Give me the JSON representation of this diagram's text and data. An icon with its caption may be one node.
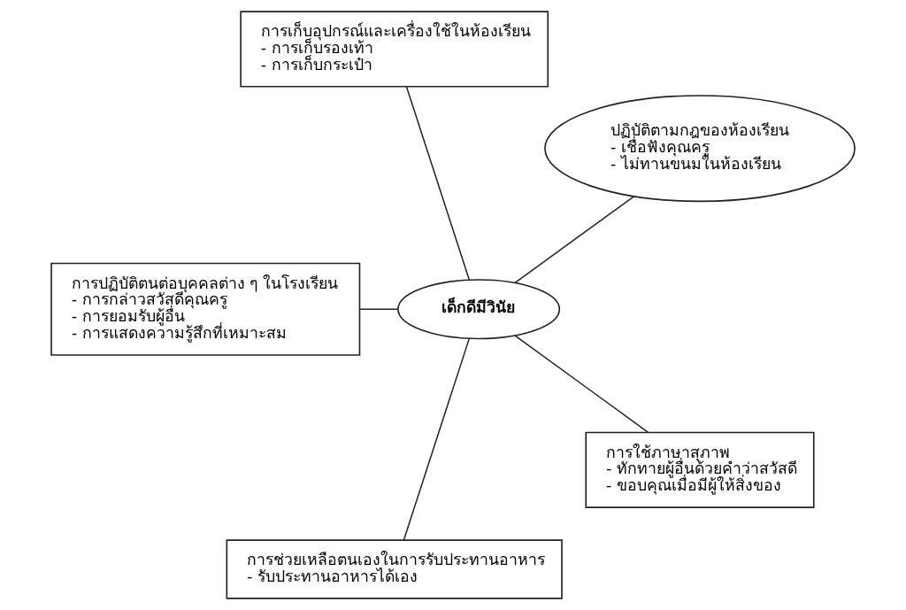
{
  "diagram": {
    "nodes": [
      {
        "text": [
          "ปฏิบัติตามกฎของห้องเรียน",
          "- เชื่อฟังคุณครู",
          "- ไม่ทานขนมในห้องเรียน"
        ]
      },
      {
        "text": [
          "การเก็บอุปกรณ์และเครื่องใช้ในห้องเรียน",
          "- การเก็บรองเท้า",
          "- การเก็บกระเป๋า"
        ]
      },
      {
        "text": [
          "เด็กดีมีวินัย"
        ]
      },
      {
        "text": [
          "การปฏิบัติตนต่อบุคคลต่าง ๆ ในโรงเรียน",
          "- การกล่าวสวัสดีคุณครู",
          "- การยอมรับผู้อื่น",
          "- การแสดงความรู้สึกที่เหมาะสม"
        ]
      },
      {
        "text": [
          "การช่วยเหลือตนเองในการรับประทานอาหาร",
          "- รับประทานอาหารได้เอง"
        ]
      },
      {
        "text": [
          "การใช้ภาษาสุภาพ",
          "- ทักทายผู้อื่นด้วยคำว่าสวัสดี",
          "- ขอบคุณเมื่อมีผู้ให้สิ่งของ"
        ]
      }
    ],
    "edges": [
      {
        "from": 2,
        "to": 0,
        "arrow": "none"
      },
      {
        "from": 2,
        "to": 1,
        "arrow": "none"
      },
      {
        "from": 2,
        "to": 3,
        "arrow": "none"
      },
      {
        "from": 2,
        "to": 4,
        "arrow": "none"
      },
      {
        "from": 2,
        "to": 5,
        "arrow": "none"
      }
    ]
  }
}
